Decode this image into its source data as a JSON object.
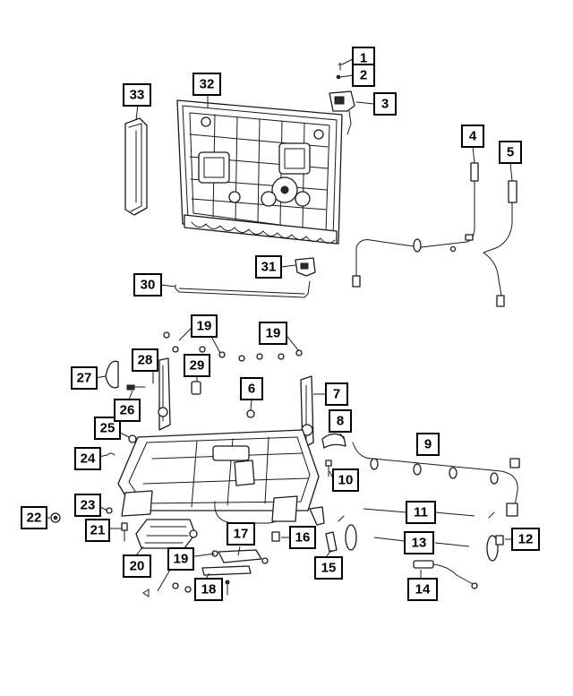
{
  "callouts": [
    {
      "id": "c1",
      "label": "1"
    },
    {
      "id": "c2",
      "label": "2"
    },
    {
      "id": "c3",
      "label": "3"
    },
    {
      "id": "c4",
      "label": "4"
    },
    {
      "id": "c5",
      "label": "5"
    },
    {
      "id": "c6",
      "label": "6"
    },
    {
      "id": "c7",
      "label": "7"
    },
    {
      "id": "c8",
      "label": "8"
    },
    {
      "id": "c9",
      "label": "9"
    },
    {
      "id": "c10",
      "label": "10"
    },
    {
      "id": "c11",
      "label": "11"
    },
    {
      "id": "c12",
      "label": "12"
    },
    {
      "id": "c13",
      "label": "13"
    },
    {
      "id": "c14",
      "label": "14"
    },
    {
      "id": "c15",
      "label": "15"
    },
    {
      "id": "c16",
      "label": "16"
    },
    {
      "id": "c17",
      "label": "17"
    },
    {
      "id": "c18",
      "label": "18"
    },
    {
      "id": "c19a",
      "label": "19"
    },
    {
      "id": "c19b",
      "label": "19"
    },
    {
      "id": "c19c",
      "label": "19"
    },
    {
      "id": "c20",
      "label": "20"
    },
    {
      "id": "c21",
      "label": "21"
    },
    {
      "id": "c22",
      "label": "22"
    },
    {
      "id": "c23",
      "label": "23"
    },
    {
      "id": "c24",
      "label": "24"
    },
    {
      "id": "c25",
      "label": "25"
    },
    {
      "id": "c26",
      "label": "26"
    },
    {
      "id": "c27",
      "label": "27"
    },
    {
      "id": "c28",
      "label": "28"
    },
    {
      "id": "c29",
      "label": "29"
    },
    {
      "id": "c30",
      "label": "30"
    },
    {
      "id": "c31",
      "label": "31"
    },
    {
      "id": "c32",
      "label": "32"
    },
    {
      "id": "c33",
      "label": "33"
    }
  ]
}
